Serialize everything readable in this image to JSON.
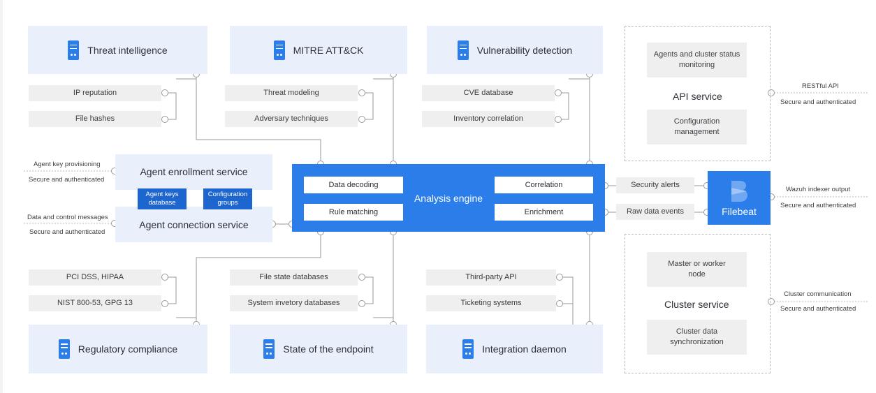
{
  "modules": {
    "threat_intelligence": "Threat intelligence",
    "mitre": "MITRE ATT&CK",
    "vulnerability": "Vulnerability detection",
    "regulatory": "Regulatory compliance",
    "endpoint": "State of the endpoint",
    "integration": "Integration daemon"
  },
  "sub": {
    "ip_reputation": "IP reputation",
    "file_hashes": "File hashes",
    "threat_modeling": "Threat modeling",
    "adversary": "Adversary techniques",
    "cve": "CVE database",
    "inventory_corr": "Inventory correlation",
    "pci": "PCI DSS, HIPAA",
    "nist": "NIST 800-53, GPG 13",
    "file_state": "File state databases",
    "sys_inv": "System invetory databases",
    "third_party": "Third-party API",
    "ticketing": "Ticketing systems"
  },
  "agent": {
    "enrollment": "Agent enrollment service",
    "connection": "Agent connection service",
    "keys_db": "Agent keys database",
    "config_groups": "Configuration groups"
  },
  "engine": {
    "title": "Analysis engine",
    "decoding": "Data decoding",
    "rule_matching": "Rule matching",
    "correlation": "Correlation",
    "enrichment": "Enrichment"
  },
  "flows": {
    "security_alerts": "Security alerts",
    "raw_events": "Raw data events"
  },
  "filebeat": "Filebeat",
  "api": {
    "monitoring": "Agents and cluster status monitoring",
    "title": "API service",
    "config_mgmt": "Configuration management"
  },
  "cluster": {
    "node": "Master or worker node",
    "title": "Cluster service",
    "sync": "Cluster data synchronization"
  },
  "labels": {
    "key_provisioning": "Agent key provisioning",
    "data_control": "Data and control messages",
    "restful": "RESTful API",
    "indexer_output": "Wazuh indexer output",
    "cluster_comm": "Cluster communication",
    "secure": "Secure and authenticated"
  },
  "colors": {
    "accent": "#2b7de9",
    "light": "#e9f0fb",
    "gray": "#efefef",
    "dark": "#1d66d0"
  }
}
